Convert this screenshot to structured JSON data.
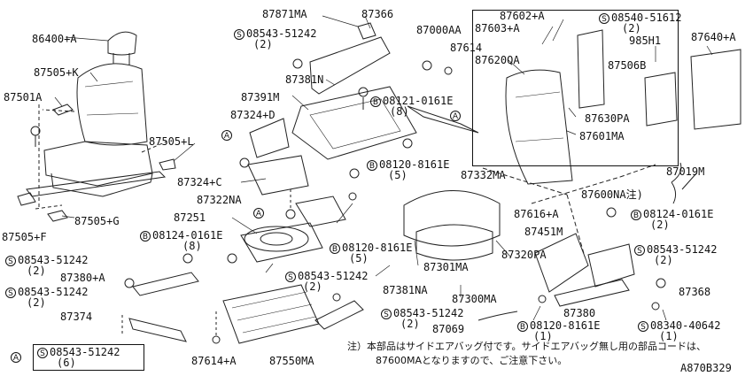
{
  "labels": {
    "p86400": "86400+A",
    "p87505k": "87505+K",
    "p87501a": "87501A",
    "p87505l": "87505+L",
    "p87505g": "87505+G",
    "p87505f": "87505+F",
    "p87871ma": "87871MA",
    "p87366": "87366",
    "s08543_a": "08543-51242",
    "q2a": "(2)",
    "p87381n": "87381N",
    "p87391m": "87391M",
    "p87324d": "87324+D",
    "p87324c": "87324+C",
    "p87322na": "87322NA",
    "p87251": "87251",
    "b08124_a": "08124-0161E",
    "q8a": "(8)",
    "s08543_b": "08543-51242",
    "q2b": "(2)",
    "p87380a": "87380+A",
    "s08543_c": "08543-51242",
    "q2c": "(2)",
    "p87374": "87374",
    "p87000aa": "87000AA",
    "p87614": "87614",
    "b08121": "08121-0161E",
    "q8b": "(8)",
    "b08120_a": "08120-8161E",
    "q5a": "(5)",
    "p87332ma": "87332MA",
    "b08120_b": "08120-8161E",
    "q5b": "(5)",
    "s08543_d": "08543-51242",
    "q2d": "(2)",
    "p87381na": "87381NA",
    "s08543_e": "08543-51242",
    "q2e": "(2)",
    "p87069": "87069",
    "p87614a": "87614+A",
    "p87550ma": "87550MA",
    "p87301ma": "87301MA",
    "p87320pa": "87320PA",
    "p87300ma": "87300MA",
    "p87602a": "87602+A",
    "p87603a": "87603+A",
    "s08540": "08540-51612",
    "q2f": "(2)",
    "p985h1": "985H1",
    "p87640a": "87640+A",
    "p87620qa": "87620QA",
    "p87506b": "87506B",
    "p87630pa": "87630PA",
    "p87601ma": "87601MA",
    "p87600na": "87600NA注)",
    "p87019m": "87019M",
    "p87616a": "87616+A",
    "b08124_b": "08124-0161E",
    "q2g": "(2)",
    "p87451m": "87451M",
    "s08543_f": "08543-51242",
    "q2h": "(2)",
    "p87368": "87368",
    "p87380": "87380",
    "b08120_c": "08120-8161E",
    "q1a": "(1)",
    "s08340": "08340-40642",
    "q1b": "(1)",
    "legend_s": "08543-51242",
    "legend_q": "(6)",
    "note1": "注）本部品はサイドエアバッグ付です。サイドエアバッグ無し用の部品コードは、",
    "note2": "87600MAとなりますので、ご注意下さい。",
    "code": "A870B329"
  },
  "marks": {
    "A": "A",
    "B": "B",
    "S": "S"
  }
}
